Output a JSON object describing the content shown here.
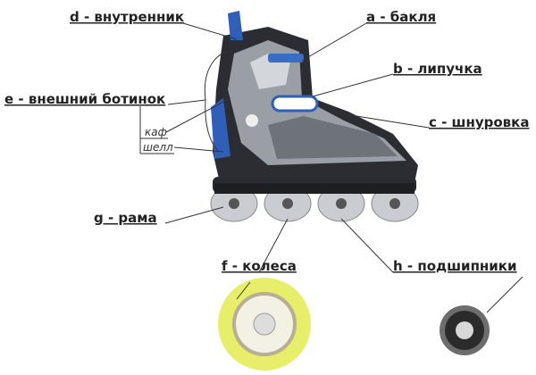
{
  "labels": {
    "d": "d - внутренник",
    "a": "a - бакля",
    "b": "b - липучка",
    "c": "c - шнуровка",
    "e": "e - внешний ботинок",
    "cuff": "каф",
    "shell": "шелл",
    "g": "g - рама",
    "f": "f - колеса",
    "h": "h - подшипники"
  },
  "colors": {
    "boot_dark": "#2b2d33",
    "boot_grey": "#9a9ea5",
    "accent_blue": "#2f5fb8",
    "wheel_yellow": "#e7ef6a"
  }
}
